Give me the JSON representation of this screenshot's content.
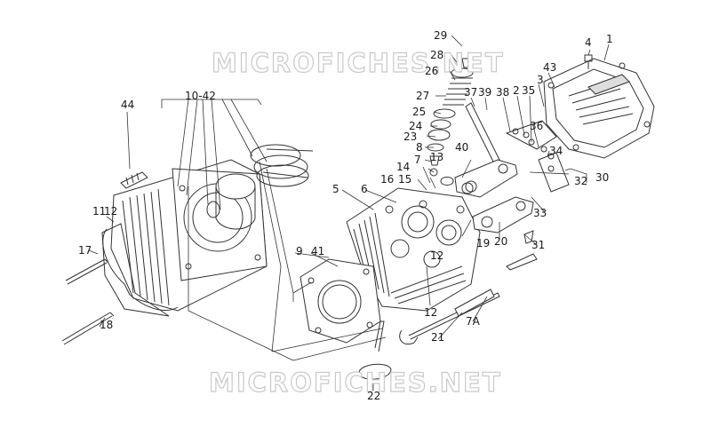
{
  "watermarks": {
    "top": "MICROFICHES.NET",
    "bottom": "MICROFICHES.NET"
  },
  "callouts": {
    "c1": "1",
    "c2": "2",
    "c3": "3",
    "c4": "4",
    "c5": "5",
    "c6": "6",
    "c7": "7",
    "c7a": "7A",
    "c8": "8",
    "c9": "9",
    "c10_42": "10-42",
    "c11": "11",
    "c12a": "12",
    "c12b": "12",
    "c13": "13",
    "c14": "14",
    "c15": "15",
    "c16": "16",
    "c17": "17",
    "c18": "18",
    "c19": "19",
    "c20": "20",
    "c21": "21",
    "c22": "22",
    "c23": "23",
    "c24": "24",
    "c25": "25",
    "c26": "26",
    "c27": "27",
    "c28": "28",
    "c29": "29",
    "c30": "30",
    "c31": "31",
    "c32": "32",
    "c33": "33",
    "c34": "34",
    "c35": "35",
    "c36": "36",
    "c37": "37",
    "c38": "38",
    "c39": "39",
    "c40": "40",
    "c41": "41",
    "c43": "43",
    "c44": "44"
  },
  "colors": {
    "line": "#333333",
    "background": "#ffffff",
    "watermark_outline": "#c9c9c9"
  }
}
